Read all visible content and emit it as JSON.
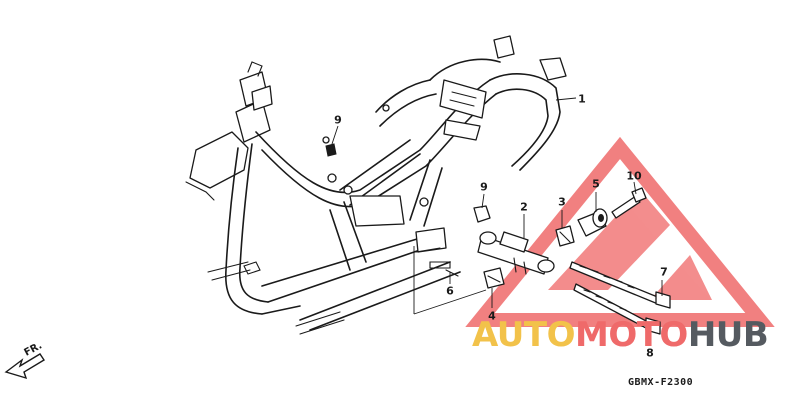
{
  "diagram": {
    "callouts": [
      {
        "id": "1",
        "label": "1"
      },
      {
        "id": "2",
        "label": "2"
      },
      {
        "id": "3",
        "label": "3"
      },
      {
        "id": "4",
        "label": "4"
      },
      {
        "id": "5",
        "label": "5"
      },
      {
        "id": "6",
        "label": "6"
      },
      {
        "id": "7",
        "label": "7"
      },
      {
        "id": "8",
        "label": "8"
      },
      {
        "id": "9a",
        "label": "9"
      },
      {
        "id": "9b",
        "label": "9"
      },
      {
        "id": "10",
        "label": "10"
      }
    ],
    "direction_label": "FR.",
    "drawing_code": "GBMX-F2300"
  },
  "watermark": {
    "part1": "AUTO",
    "part2": "MOTO",
    "part3": "HUB",
    "colors": {
      "auto": "#f2c24a",
      "moto": "#ef6a6a",
      "hub": "#555a60",
      "triangle": "#ef6a6a"
    }
  }
}
